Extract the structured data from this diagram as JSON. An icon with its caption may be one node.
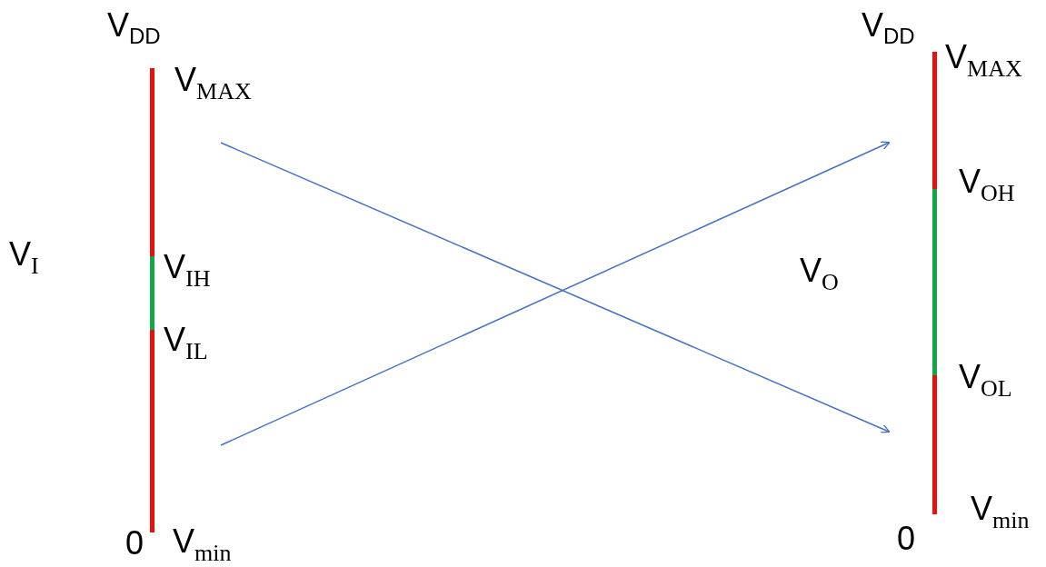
{
  "diagram": {
    "nodes": [
      {
        "text": [],
        "shape": "bar"
      },
      {
        "text": [],
        "shape": "bar"
      },
      {
        "text": [],
        "shape": "bar"
      },
      {
        "text": [],
        "shape": "bar"
      },
      {
        "text": [],
        "shape": "bar"
      },
      {
        "text": [],
        "shape": "bar"
      }
    ],
    "edges": [
      {
        "from": 0,
        "to": 5,
        "arrow": "to"
      },
      {
        "from": 2,
        "to": 3,
        "arrow": "to"
      }
    ],
    "labels": [
      "V$_{DD}$",
      "V$_{MAX}$",
      "V$_{I}$",
      "V$_{IH}$",
      "V$_{IL}$",
      "0",
      "V$_{min}$",
      "V$_{DD}$",
      "V$_{MAX}$",
      "V$_{OH}$",
      "V$_{O}$",
      "V$_{OL}$",
      "0",
      "V$_{min}$"
    ]
  }
}
